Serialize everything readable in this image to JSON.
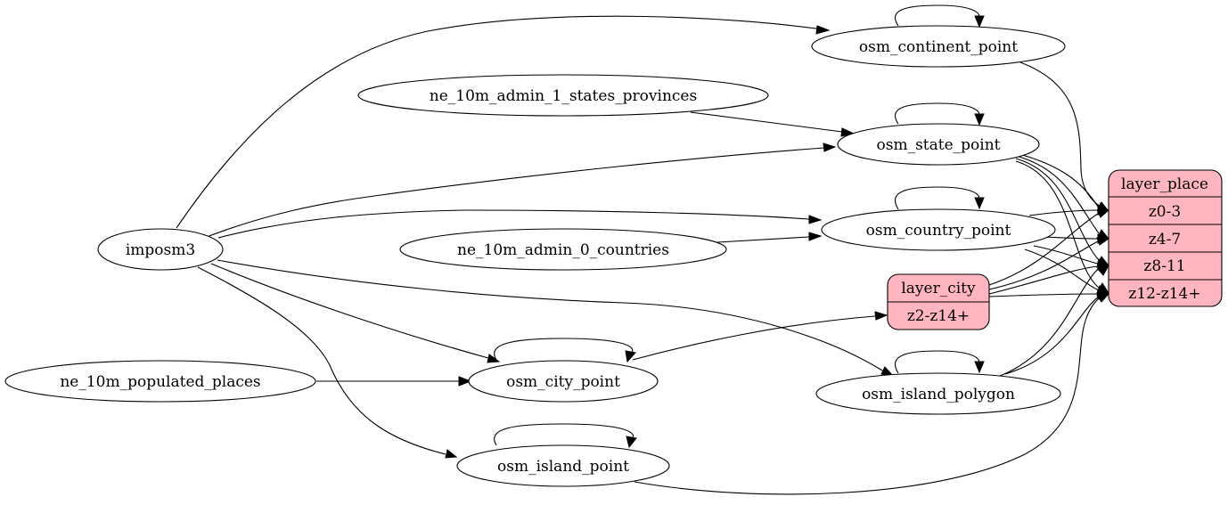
{
  "colors": {
    "record_fill": "#ffb6c1",
    "stroke": "#000000",
    "background": "#ffffff"
  },
  "nodes": {
    "osm_continent_point": "osm_continent_point",
    "ne_10m_admin_1_states_provinces": "ne_10m_admin_1_states_provinces",
    "osm_state_point": "osm_state_point",
    "imposm3": "imposm3",
    "osm_country_point": "osm_country_point",
    "ne_10m_admin_0_countries": "ne_10m_admin_0_countries",
    "ne_10m_populated_places": "ne_10m_populated_places",
    "osm_city_point": "osm_city_point",
    "osm_island_polygon": "osm_island_polygon",
    "osm_island_point": "osm_island_point"
  },
  "layer_city": {
    "title": "layer_city",
    "fields": [
      "z2-z14+"
    ]
  },
  "layer_place": {
    "title": "layer_place",
    "fields": [
      "z0-3",
      "z4-7",
      "z8-11",
      "z12-z14+"
    ]
  }
}
